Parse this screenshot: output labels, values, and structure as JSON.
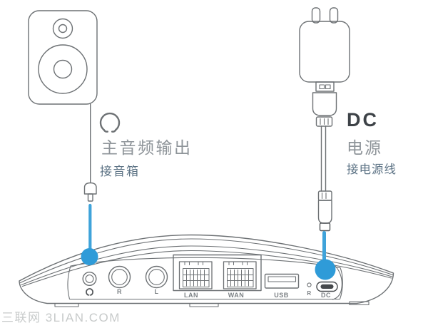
{
  "colors": {
    "accent_blue": "#2f9bd8",
    "accent_blue_light": "#3fa3da",
    "line_gray": "#6d7174",
    "label_gray": "#8e9499",
    "label_slate": "#5e7486",
    "heading_dark": "#3d4247",
    "watermark_gray": "#c7caca"
  },
  "audio_label": {
    "icon": "headphones-icon",
    "title": "主音频输出",
    "subtitle": "接音箱"
  },
  "power_label": {
    "heading": "DC",
    "title": "电源",
    "subtitle": "接电源线"
  },
  "device_ports": {
    "headphone_icon": "headphone-jack-icon",
    "audio_right": "R",
    "audio_left": "L",
    "lan": "LAN",
    "wan": "WAN",
    "usb": "USB",
    "reset": "R",
    "dc": "DC"
  },
  "watermark": "三联网 3LIAN.COM"
}
